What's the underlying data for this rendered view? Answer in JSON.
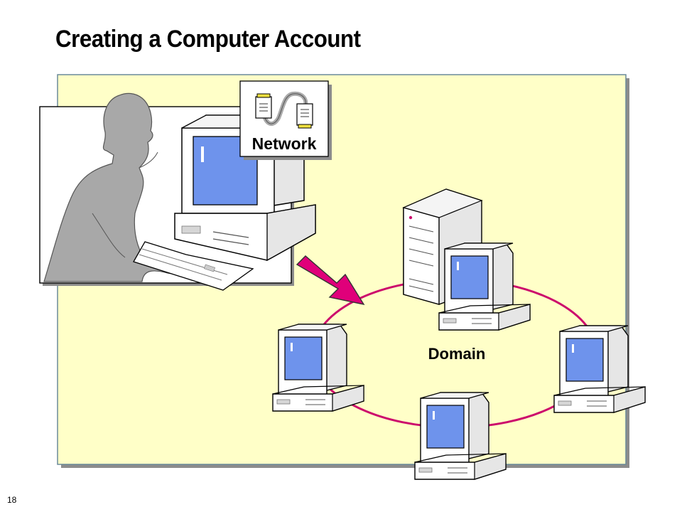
{
  "slide": {
    "title": "Creating a Computer Account",
    "page_number": "18"
  },
  "diagram": {
    "network_label": "Network",
    "domain_label": "Domain"
  },
  "colors": {
    "panel_fill": "#ffffc8",
    "panel_border": "#6a8a9a",
    "domain_ring": "#cc0a6c",
    "arrow": "#e0007a",
    "screen": "#6e93ec",
    "computer_body": "#ffffff",
    "computer_side": "#e6e6e6",
    "person": "#a8a8a8"
  },
  "icons": [
    "network-cable-icon",
    "server-tower-icon",
    "computer-icon",
    "person-silhouette-icon"
  ]
}
